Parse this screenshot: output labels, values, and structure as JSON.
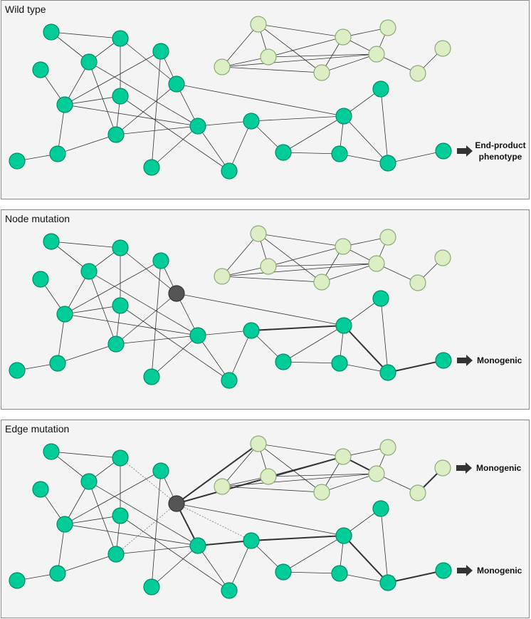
{
  "panels": [
    {
      "id": "wild-type",
      "title": "Wild type",
      "mutated_node": null,
      "outputs": [
        {
          "node": "out",
          "lines": [
            "End-product",
            "phenotype"
          ]
        }
      ],
      "highlight_edges": [],
      "dashed_edges": [],
      "removed_edges": [],
      "extra_edges": []
    },
    {
      "id": "node-mutation",
      "title": "Node mutation",
      "mutated_node": "g1",
      "outputs": [
        {
          "node": "out",
          "lines": [
            "Monogenic"
          ]
        }
      ],
      "highlight_edges": [
        [
          "g1",
          "g3"
        ],
        [
          "g3",
          "g5"
        ],
        [
          "g5",
          "g12"
        ],
        [
          "g12",
          "out"
        ]
      ],
      "dashed_edges": [],
      "removed_edges": [],
      "extra_edges": []
    },
    {
      "id": "edge-mutation",
      "title": "Edge mutation",
      "mutated_node": "g1",
      "outputs": [
        {
          "node": "l11",
          "lines": [
            "Monogenic"
          ]
        },
        {
          "node": "out",
          "lines": [
            "Monogenic"
          ]
        }
      ],
      "highlight_edges": [
        [
          "g1",
          "l1"
        ],
        [
          "g1",
          "l3"
        ],
        [
          "l3",
          "l5"
        ],
        [
          "l5",
          "l9"
        ],
        [
          "l9",
          "l10"
        ],
        [
          "l10",
          "l11"
        ],
        [
          "g1",
          "g2"
        ],
        [
          "g2",
          "g3"
        ],
        [
          "g3",
          "g5"
        ],
        [
          "g5",
          "g12"
        ],
        [
          "g12",
          "out"
        ]
      ],
      "dashed_edges": [
        [
          "g14",
          "g1"
        ],
        [
          "g7",
          "g1"
        ],
        [
          "g1",
          "g3"
        ]
      ],
      "removed_edges": [
        [
          "g14",
          "g1"
        ],
        [
          "g7",
          "g1"
        ],
        [
          "g1",
          "g3"
        ]
      ],
      "extra_edges": [
        [
          "g1",
          "l1"
        ],
        [
          "g1",
          "l3"
        ]
      ]
    }
  ],
  "colors": {
    "gene_node": "#00cc99",
    "gene_node_dark": "#008c66",
    "light_node": "#dcefc4",
    "light_node_dark": "#8ea97a",
    "mutant_node": "#555555",
    "edge": "#333333",
    "arrow": "#333333"
  }
}
